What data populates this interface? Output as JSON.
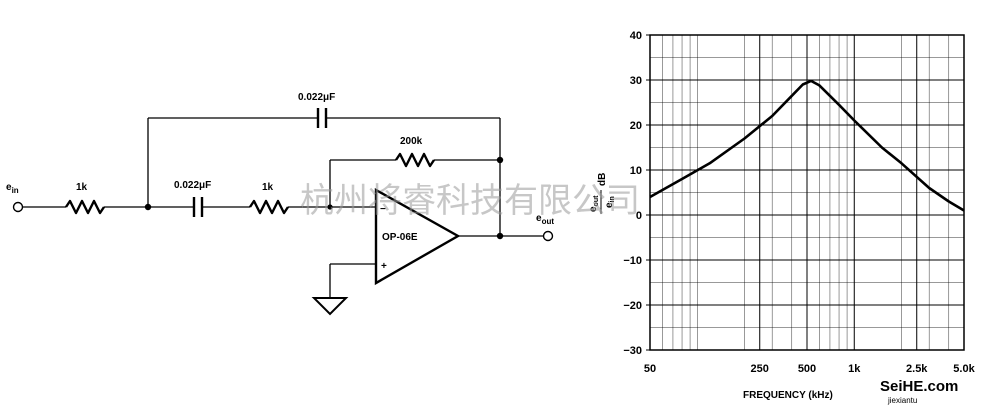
{
  "circuit": {
    "input_label": "ein",
    "output_label": "eout",
    "r_input": "1k",
    "c_series": "0.022μF",
    "r_series": "1k",
    "c_feedback": "0.022μF",
    "r_feedback": "200k",
    "opamp": "OP-06E",
    "minus_sign": "−",
    "plus_sign": "+"
  },
  "watermark": "杭州将睿科技有限公司",
  "site_logo": "SeiHE.com",
  "site_url": "jiexiantu",
  "chart_data": {
    "type": "line",
    "xscale": "log",
    "xlabel": "FREQUENCY (kHz)",
    "ylabel": "eout/ein dB",
    "xlim": [
      50,
      5000
    ],
    "ylim": [
      -30,
      40
    ],
    "x_ticks": [
      {
        "value": 50,
        "label": "50"
      },
      {
        "value": 250,
        "label": "250"
      },
      {
        "value": 500,
        "label": "500"
      },
      {
        "value": 1000,
        "label": "1k"
      },
      {
        "value": 2500,
        "label": "2.5k"
      },
      {
        "value": 5000,
        "label": "5.0k"
      }
    ],
    "y_ticks": [
      40,
      30,
      20,
      10,
      0,
      -10,
      -20,
      -30
    ],
    "y_tick_labels": [
      "40",
      "30",
      "20",
      "10",
      "0",
      "−10",
      "−20",
      "−30"
    ],
    "grid": true,
    "series": [
      {
        "x": [
          50,
          80,
          120,
          200,
          300,
          400,
          470,
          530,
          600,
          800,
          1000,
          1500,
          2000,
          3000,
          4000,
          5000
        ],
        "y": [
          4,
          8,
          11.5,
          17,
          22,
          26.5,
          29,
          29.8,
          28.8,
          24.5,
          21,
          15,
          11.5,
          6,
          3,
          1
        ]
      }
    ]
  }
}
